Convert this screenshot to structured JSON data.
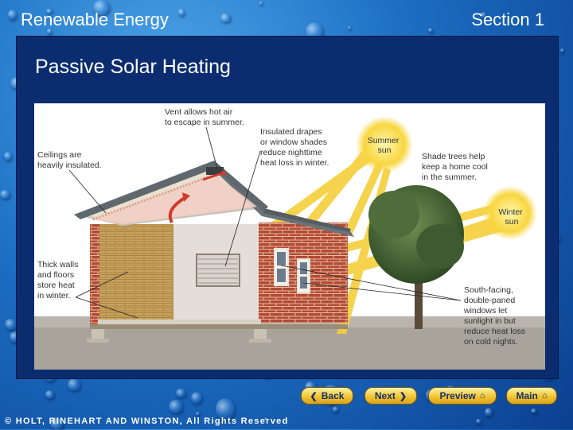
{
  "header": {
    "title": "Renewable Energy",
    "section": "Section 1"
  },
  "slide": {
    "title": "Passive Solar Heating"
  },
  "diagram": {
    "labels": {
      "vent": [
        "Vent allows hot air",
        "to escape in summer."
      ],
      "drapes": [
        "Insulated drapes",
        "or window shades",
        "reduce nighttime",
        "heat loss in winter."
      ],
      "ceilings": [
        "Ceilings are",
        "heavily insulated."
      ],
      "summer_sun": [
        "Summer",
        "sun"
      ],
      "shade_trees": [
        "Shade trees help",
        "keep a home cool",
        "in the summer."
      ],
      "winter_sun": [
        "Winter",
        "sun"
      ],
      "walls": [
        "Thick walls",
        "and floors",
        "store heat",
        "in winter."
      ],
      "windows": [
        "South-facing,",
        "double-paned",
        "windows let",
        "sunlight in but",
        "reduce heat loss",
        "on cold nights."
      ]
    },
    "colors": {
      "sun": "#f7d23a",
      "ray": "#f6cf3a",
      "brick": "#b0452e",
      "roof": "#5f6b73",
      "trim": "#efe6c8"
    }
  },
  "nav": {
    "back": "Back",
    "next": "Next",
    "preview": "Preview",
    "main": "Main"
  },
  "footer": {
    "copyright": "© HOLT, RINEHART AND WINSTON, All Rights Reserved"
  }
}
